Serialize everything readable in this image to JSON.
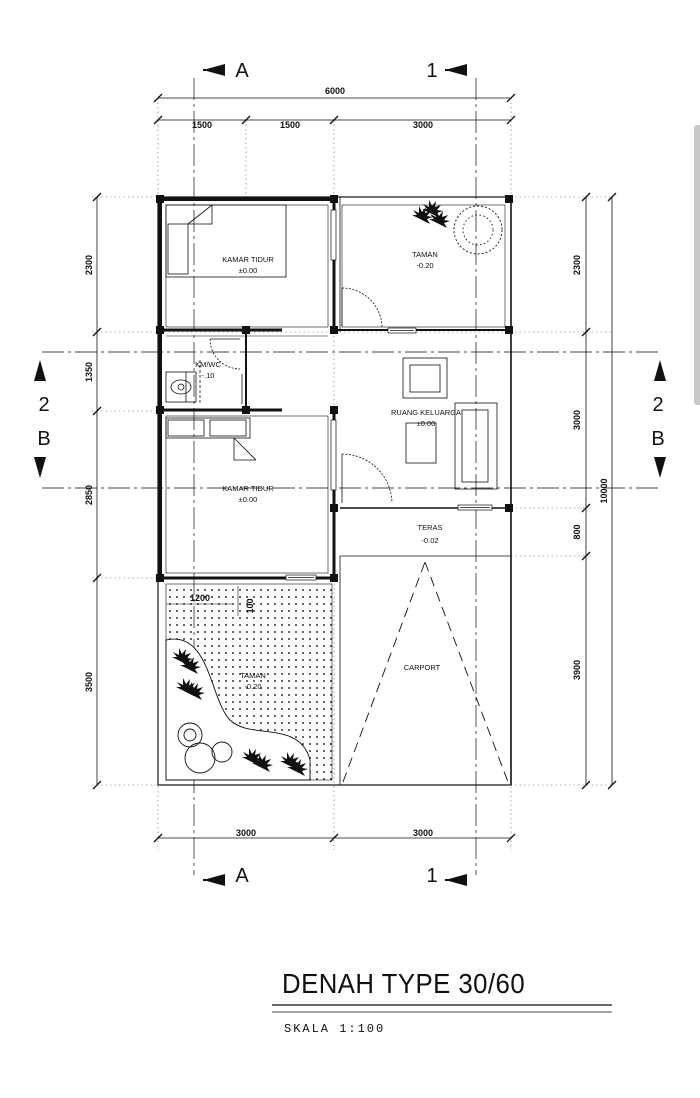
{
  "drawing": {
    "title": "DENAH TYPE 30/60",
    "scale": "SKALA 1:100"
  },
  "section_markers": {
    "a_letter": "A",
    "one_number": "1",
    "two_number": "2",
    "b_letter": "B"
  },
  "dimensions": {
    "top_total": "6000",
    "top_1": "1500",
    "top_2": "1500",
    "top_3": "3000",
    "bottom_1": "3000",
    "bottom_2": "3000",
    "left_1": "2300",
    "left_2": "1350",
    "left_3": "2850",
    "left_4": "3500",
    "right_1": "2300",
    "right_2": "3000",
    "right_3": "800",
    "right_4": "3900",
    "right_total": "10000",
    "inner_1": "1200",
    "inner_2": "100"
  },
  "rooms": {
    "bedroom_top": {
      "name": "KAMAR TIDUR",
      "level": "±0.00"
    },
    "bedroom_bottom": {
      "name": "KAMAR TIDUR",
      "level": "±0.00"
    },
    "bathroom": {
      "name": "KM/WC",
      "level": "-.10"
    },
    "garden_top": {
      "name": "TAMAN",
      "level": "-0.20"
    },
    "family_room": {
      "name": "RUANG KELUARGA",
      "level": "±0.00"
    },
    "terrace": {
      "name": "TERAS",
      "level": "-0.02"
    },
    "carport": {
      "name": "CARPORT"
    },
    "garden_bottom": {
      "name": "TAMAN",
      "level": "-0.20"
    }
  },
  "icons": [
    "bed-icon",
    "toilet-icon",
    "armchair-icon",
    "sofa-icon",
    "table-icon",
    "plant-icon",
    "tree-icon",
    "door-swing-icon"
  ]
}
